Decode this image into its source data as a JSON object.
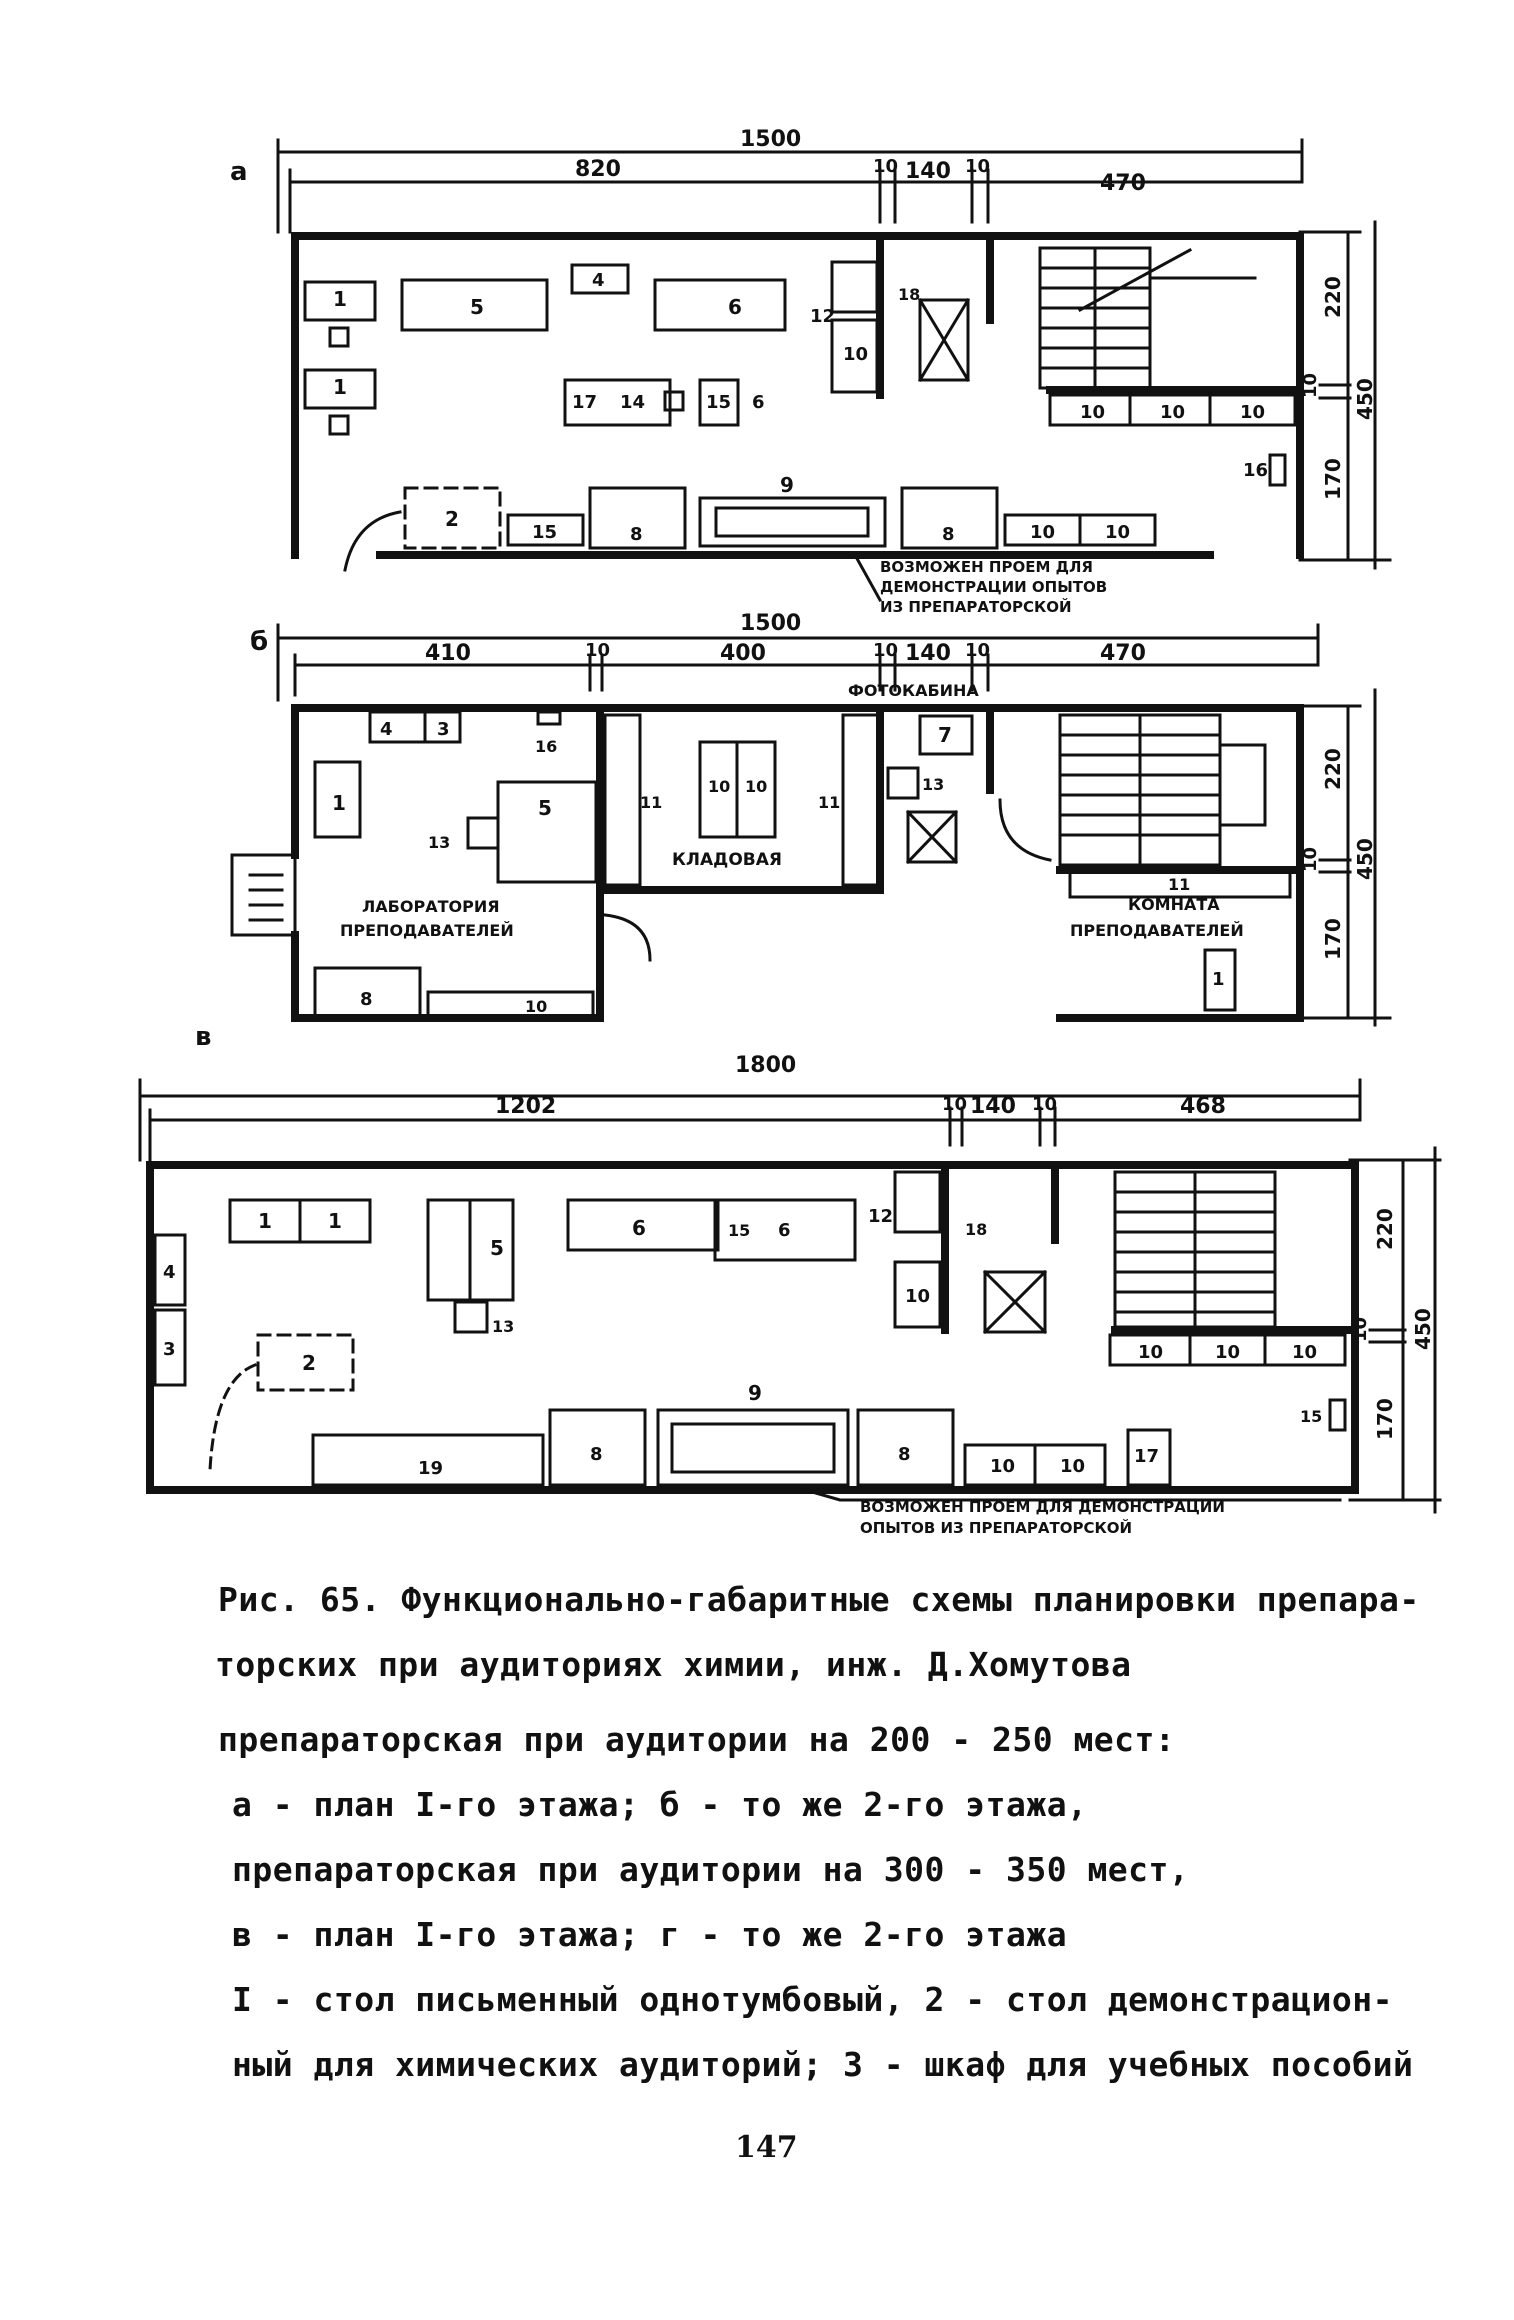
{
  "plans": {
    "a": {
      "letter": "а",
      "dims_top": [
        "1500",
        "820",
        "10",
        "140",
        "10",
        "470"
      ],
      "dims_side": [
        "220",
        "10",
        "450",
        "170"
      ],
      "items": [
        "1",
        "1",
        "5",
        "4",
        "6",
        "12",
        "18",
        "10",
        "17",
        "14",
        "15",
        "6",
        "10",
        "10",
        "10",
        "16",
        "2",
        "15",
        "8",
        "9",
        "8",
        "10",
        "10"
      ],
      "note": [
        "ВОЗМОЖЕН ПРОЕМ ДЛЯ",
        "ДЕМОНСТРАЦИИ ОПЫТОВ",
        "ИЗ ПРЕПАРАТОРСКОЙ"
      ]
    },
    "b": {
      "letter": "б",
      "dims_top": [
        "1500",
        "410",
        "10",
        "400",
        "10",
        "140",
        "10",
        "470"
      ],
      "dims_side": [
        "220",
        "10",
        "450",
        "170"
      ],
      "items": [
        "4",
        "3",
        "16",
        "1",
        "5",
        "13",
        "11",
        "10",
        "10",
        "11",
        "7",
        "13",
        "11",
        "1",
        "8",
        "10"
      ],
      "labels": {
        "photobooth": "ФОТОКАБИНА",
        "storeroom": "КЛАДОВАЯ",
        "lab": [
          "ЛАБОРАТОРИЯ",
          "ПРЕПОДАВАТЕЛЕЙ"
        ],
        "room": [
          "КОМНАТА",
          "ПРЕПОДАВАТЕЛЕЙ"
        ]
      }
    },
    "c": {
      "letter": "в",
      "dims_top": [
        "1800",
        "1202",
        "10",
        "140",
        "10",
        "468"
      ],
      "dims_side": [
        "220",
        "10",
        "450",
        "170"
      ],
      "items": [
        "1",
        "1",
        "4",
        "5",
        "13",
        "3",
        "6",
        "15",
        "6",
        "12",
        "18",
        "10",
        "2",
        "9",
        "10",
        "10",
        "10",
        "15",
        "19",
        "8",
        "8",
        "10",
        "10",
        "17"
      ],
      "note": [
        "ВОЗМОЖЕН ПРОЕМ ДЛЯ ДЕМОНСТРАЦИИ",
        "ОПЫТОВ ИЗ ПРЕПАРАТОРСКОЙ"
      ]
    }
  },
  "caption": [
    "Рис. 65. Функционально-габаритные схемы планировки препара-",
    "торских при аудиториях химии, инж. Д.Хомутова",
    "препараторская при аудитории на 200 - 250 мест:",
    "а - план I-го этажа; б - то же 2-го этажа,",
    "препараторская при аудитории на 300 - 350 мест,",
    "в - план I-го этажа; г - то же 2-го этажа",
    "I - стол письменный однотумбовый, 2 - стол демонстрацион-",
    "ный для химических аудиторий; 3 - шкаф для учебных пособий"
  ],
  "page_number": "147"
}
